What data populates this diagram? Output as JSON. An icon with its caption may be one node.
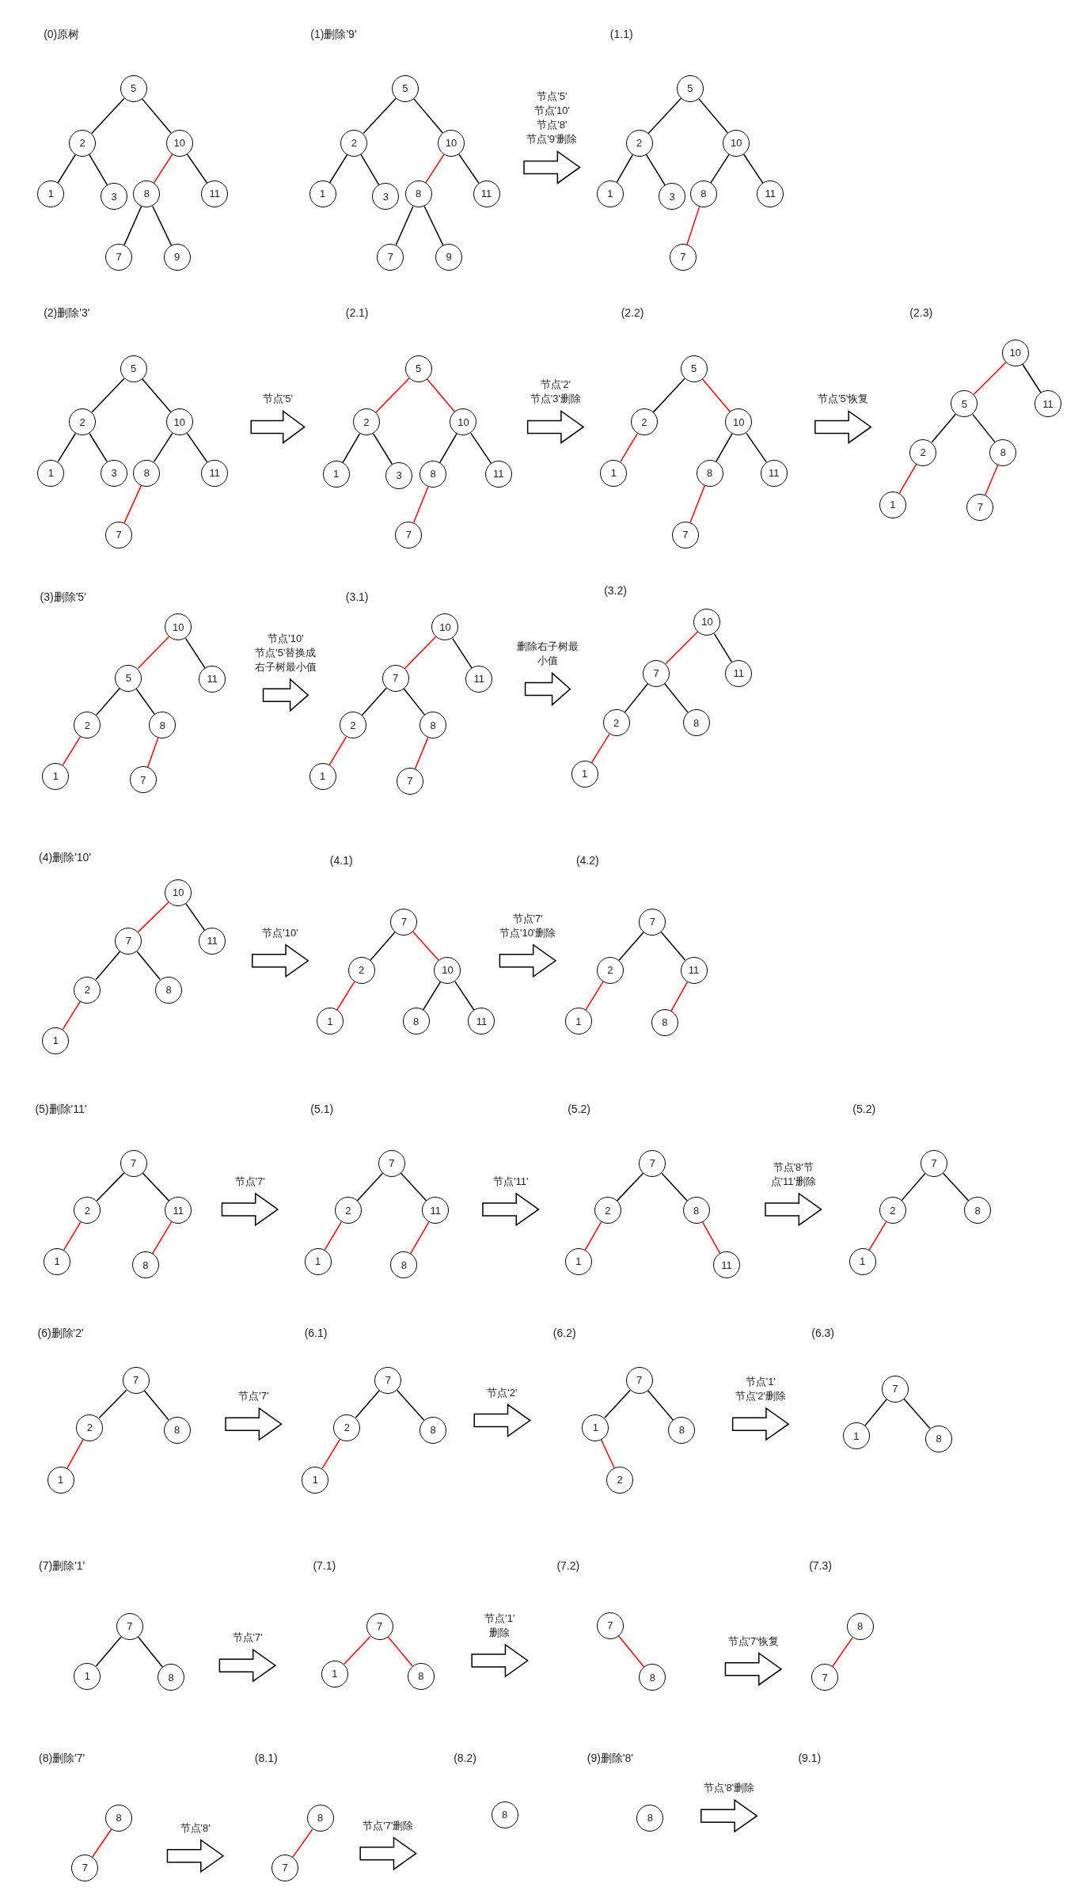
{
  "diagram": {
    "nodes": [
      {
        "text": [
          "(0)原树"
        ]
      },
      {
        "text": [
          "(1)删除'9'"
        ]
      },
      {
        "text": [
          "(1.1)"
        ]
      },
      {
        "text": [
          "(2)删除'3'"
        ]
      },
      {
        "text": [
          "(2.1)"
        ]
      },
      {
        "text": [
          "(2.2)"
        ]
      },
      {
        "text": [
          "(2.3)"
        ]
      },
      {
        "text": [
          "(3)删除'5'"
        ]
      },
      {
        "text": [
          "(3.1)"
        ]
      },
      {
        "text": [
          "(3.2)"
        ]
      },
      {
        "text": [
          "(4)删除'10'"
        ]
      },
      {
        "text": [
          "(4.1)"
        ]
      },
      {
        "text": [
          "(4.2)"
        ]
      },
      {
        "text": [
          "(5)删除'11'"
        ]
      },
      {
        "text": [
          "(5.1)"
        ]
      },
      {
        "text": [
          "(5.2)"
        ]
      },
      {
        "text": [
          "(5.2)"
        ]
      },
      {
        "text": [
          "(6)删除'2'"
        ]
      },
      {
        "text": [
          "(6.1)"
        ]
      },
      {
        "text": [
          "(6.2)"
        ]
      },
      {
        "text": [
          "(6.3)"
        ]
      },
      {
        "text": [
          "(7)删除'1'"
        ]
      },
      {
        "text": [
          "(7.1)"
        ]
      },
      {
        "text": [
          "(7.2)"
        ]
      },
      {
        "text": [
          "(7.3)"
        ]
      },
      {
        "text": [
          "(8)删除'7'"
        ]
      },
      {
        "text": [
          "(8.1)"
        ]
      },
      {
        "text": [
          "(8.2)"
        ]
      },
      {
        "text": [
          "(9)删除'8'"
        ]
      },
      {
        "text": [
          "(9.1)"
        ]
      },
      {
        "text": [
          "5"
        ],
        "in": 0
      },
      {
        "text": [
          "2"
        ],
        "in": 0
      },
      {
        "text": [
          "10"
        ],
        "in": 0
      },
      {
        "text": [
          "1"
        ],
        "in": 0
      },
      {
        "text": [
          "3"
        ],
        "in": 0
      },
      {
        "text": [
          "8"
        ],
        "in": 0
      },
      {
        "text": [
          "11"
        ],
        "in": 0
      },
      {
        "text": [
          "7"
        ],
        "in": 0
      },
      {
        "text": [
          "9"
        ],
        "in": 0
      },
      {
        "text": [
          "5"
        ],
        "in": 1
      },
      {
        "text": [
          "2"
        ],
        "in": 1
      },
      {
        "text": [
          "10"
        ],
        "in": 1
      },
      {
        "text": [
          "1"
        ],
        "in": 1
      },
      {
        "text": [
          "3"
        ],
        "in": 1
      },
      {
        "text": [
          "8"
        ],
        "in": 1
      },
      {
        "text": [
          "11"
        ],
        "in": 1
      },
      {
        "text": [
          "7"
        ],
        "in": 1
      },
      {
        "text": [
          "9"
        ],
        "in": 1
      },
      {
        "text": [
          "5"
        ],
        "in": 2
      },
      {
        "text": [
          "2"
        ],
        "in": 2
      },
      {
        "text": [
          "10"
        ],
        "in": 2
      },
      {
        "text": [
          "1"
        ],
        "in": 2
      },
      {
        "text": [
          "3"
        ],
        "in": 2
      },
      {
        "text": [
          "8"
        ],
        "in": 2
      },
      {
        "text": [
          "11"
        ],
        "in": 2
      },
      {
        "text": [
          "7"
        ],
        "in": 2
      },
      {
        "text": [
          "5"
        ],
        "in": 3
      },
      {
        "text": [
          "2"
        ],
        "in": 3
      },
      {
        "text": [
          "10"
        ],
        "in": 3
      },
      {
        "text": [
          "1"
        ],
        "in": 3
      },
      {
        "text": [
          "3"
        ],
        "in": 3
      },
      {
        "text": [
          "8"
        ],
        "in": 3
      },
      {
        "text": [
          "11"
        ],
        "in": 3
      },
      {
        "text": [
          "7"
        ],
        "in": 3
      },
      {
        "text": [
          "5"
        ],
        "in": 4
      },
      {
        "text": [
          "2"
        ],
        "in": 4
      },
      {
        "text": [
          "10"
        ],
        "in": 4
      },
      {
        "text": [
          "1"
        ],
        "in": 4
      },
      {
        "text": [
          "3"
        ],
        "in": 4
      },
      {
        "text": [
          "8"
        ],
        "in": 4
      },
      {
        "text": [
          "11"
        ],
        "in": 4
      },
      {
        "text": [
          "7"
        ],
        "in": 4
      },
      {
        "text": [
          "5"
        ],
        "in": 5
      },
      {
        "text": [
          "2"
        ],
        "in": 5
      },
      {
        "text": [
          "10"
        ],
        "in": 5
      },
      {
        "text": [
          "1"
        ],
        "in": 5
      },
      {
        "text": [
          "8"
        ],
        "in": 5
      },
      {
        "text": [
          "11"
        ],
        "in": 5
      },
      {
        "text": [
          "7"
        ],
        "in": 5
      },
      {
        "text": [
          "10"
        ],
        "in": 6
      },
      {
        "text": [
          "5"
        ],
        "in": 6
      },
      {
        "text": [
          "11"
        ],
        "in": 6
      },
      {
        "text": [
          "2"
        ],
        "in": 6
      },
      {
        "text": [
          "8"
        ],
        "in": 6
      },
      {
        "text": [
          "1"
        ],
        "in": 6
      },
      {
        "text": [
          "7"
        ],
        "in": 6
      },
      {
        "text": [
          "10"
        ],
        "in": 7
      },
      {
        "text": [
          "5"
        ],
        "in": 7
      },
      {
        "text": [
          "11"
        ],
        "in": 7
      },
      {
        "text": [
          "2"
        ],
        "in": 7
      },
      {
        "text": [
          "8"
        ],
        "in": 7
      },
      {
        "text": [
          "1"
        ],
        "in": 7
      },
      {
        "text": [
          "7"
        ],
        "in": 7
      },
      {
        "text": [
          "10"
        ],
        "in": 8
      },
      {
        "text": [
          "7"
        ],
        "in": 8
      },
      {
        "text": [
          "11"
        ],
        "in": 8
      },
      {
        "text": [
          "2"
        ],
        "in": 8
      },
      {
        "text": [
          "8"
        ],
        "in": 8
      },
      {
        "text": [
          "1"
        ],
        "in": 8
      },
      {
        "text": [
          "7"
        ],
        "in": 8
      },
      {
        "text": [
          "10"
        ],
        "in": 9
      },
      {
        "text": [
          "7"
        ],
        "in": 9
      },
      {
        "text": [
          "11"
        ],
        "in": 9
      },
      {
        "text": [
          "2"
        ],
        "in": 9
      },
      {
        "text": [
          "8"
        ],
        "in": 9
      },
      {
        "text": [
          "1"
        ],
        "in": 9
      },
      {
        "text": [
          "10"
        ],
        "in": 10
      },
      {
        "text": [
          "7"
        ],
        "in": 10
      },
      {
        "text": [
          "11"
        ],
        "in": 10
      },
      {
        "text": [
          "2"
        ],
        "in": 10
      },
      {
        "text": [
          "8"
        ],
        "in": 10
      },
      {
        "text": [
          "1"
        ],
        "in": 10
      },
      {
        "text": [
          "7"
        ],
        "in": 11
      },
      {
        "text": [
          "2"
        ],
        "in": 11
      },
      {
        "text": [
          "10"
        ],
        "in": 11
      },
      {
        "text": [
          "1"
        ],
        "in": 11
      },
      {
        "text": [
          "8"
        ],
        "in": 11
      },
      {
        "text": [
          "11"
        ],
        "in": 11
      },
      {
        "text": [
          "7"
        ],
        "in": 12
      },
      {
        "text": [
          "2"
        ],
        "in": 12
      },
      {
        "text": [
          "11"
        ],
        "in": 12
      },
      {
        "text": [
          "1"
        ],
        "in": 12
      },
      {
        "text": [
          "8"
        ],
        "in": 12
      },
      {
        "text": [
          "7"
        ],
        "in": 13
      },
      {
        "text": [
          "2"
        ],
        "in": 13
      },
      {
        "text": [
          "11"
        ],
        "in": 13
      },
      {
        "text": [
          "1"
        ],
        "in": 13
      },
      {
        "text": [
          "8"
        ],
        "in": 13
      },
      {
        "text": [
          "7"
        ],
        "in": 14
      },
      {
        "text": [
          "2"
        ],
        "in": 14
      },
      {
        "text": [
          "11"
        ],
        "in": 14
      },
      {
        "text": [
          "1"
        ],
        "in": 14
      },
      {
        "text": [
          "8"
        ],
        "in": 14
      },
      {
        "text": [
          "7"
        ],
        "in": 15
      },
      {
        "text": [
          "2"
        ],
        "in": 15
      },
      {
        "text": [
          "8"
        ],
        "in": 15
      },
      {
        "text": [
          "1"
        ],
        "in": 15
      },
      {
        "text": [
          "11"
        ],
        "in": 15
      },
      {
        "text": [
          "7"
        ],
        "in": 16
      },
      {
        "text": [
          "2"
        ],
        "in": 16
      },
      {
        "text": [
          "8"
        ],
        "in": 16
      },
      {
        "text": [
          "1"
        ],
        "in": 16
      },
      {
        "text": [
          "7"
        ],
        "in": 17
      },
      {
        "text": [
          "2"
        ],
        "in": 17
      },
      {
        "text": [
          "8"
        ],
        "in": 17
      },
      {
        "text": [
          "1"
        ],
        "in": 17
      },
      {
        "text": [
          "7"
        ],
        "in": 18
      },
      {
        "text": [
          "2"
        ],
        "in": 18
      },
      {
        "text": [
          "8"
        ],
        "in": 18
      },
      {
        "text": [
          "1"
        ],
        "in": 18
      },
      {
        "text": [
          "7"
        ],
        "in": 19
      },
      {
        "text": [
          "1"
        ],
        "in": 19
      },
      {
        "text": [
          "8"
        ],
        "in": 19
      },
      {
        "text": [
          "2"
        ],
        "in": 19
      },
      {
        "text": [
          "7"
        ],
        "in": 20
      },
      {
        "text": [
          "1"
        ],
        "in": 20
      },
      {
        "text": [
          "8"
        ],
        "in": 20
      },
      {
        "text": [
          "7"
        ],
        "in": 21
      },
      {
        "text": [
          "1"
        ],
        "in": 21
      },
      {
        "text": [
          "8"
        ],
        "in": 21
      },
      {
        "text": [
          "7"
        ],
        "in": 22
      },
      {
        "text": [
          "1"
        ],
        "in": 22
      },
      {
        "text": [
          "8"
        ],
        "in": 22
      },
      {
        "text": [
          "7"
        ],
        "in": 23
      },
      {
        "text": [
          "8"
        ],
        "in": 23
      },
      {
        "text": [
          "8"
        ],
        "in": 24
      },
      {
        "text": [
          "7"
        ],
        "in": 24
      },
      {
        "text": [
          "8"
        ],
        "in": 25
      },
      {
        "text": [
          "7"
        ],
        "in": 25
      },
      {
        "text": [
          "8"
        ],
        "in": 26
      },
      {
        "text": [
          "7"
        ],
        "in": 26
      },
      {
        "text": [
          "8"
        ],
        "in": 27
      },
      {
        "text": [
          "8"
        ],
        "in": 28
      }
    ],
    "edges": [
      {
        "from": 1,
        "to": 2,
        "arrow": "to",
        "label": "节点'5' 节点'10' 节点'8' 节点'9'删除"
      },
      {
        "from": 3,
        "to": 4,
        "arrow": "to",
        "label": "节点'5'"
      },
      {
        "from": 4,
        "to": 5,
        "arrow": "to",
        "label": "节点'2' 节点'3'删除"
      },
      {
        "from": 5,
        "to": 6,
        "arrow": "to",
        "label": "节点'5'恢复"
      },
      {
        "from": 7,
        "to": 8,
        "arrow": "to",
        "label": "节点'10' 节点'5'替换成右子树最小值"
      },
      {
        "from": 8,
        "to": 9,
        "arrow": "to",
        "label": "删除右子树最小值"
      },
      {
        "from": 10,
        "to": 11,
        "arrow": "to",
        "label": "节点'10'"
      },
      {
        "from": 11,
        "to": 12,
        "arrow": "to",
        "label": "节点'7' 节点'10'删除"
      },
      {
        "from": 13,
        "to": 14,
        "arrow": "to",
        "label": "节点'7'"
      },
      {
        "from": 14,
        "to": 15,
        "arrow": "to",
        "label": "节点'11'"
      },
      {
        "from": 15,
        "to": 16,
        "arrow": "to",
        "label": "节点'8'节点'11'删除"
      },
      {
        "from": 17,
        "to": 18,
        "arrow": "to",
        "label": "节点'7'"
      },
      {
        "from": 18,
        "to": 19,
        "arrow": "to",
        "label": "节点'2'"
      },
      {
        "from": 19,
        "to": 20,
        "arrow": "to",
        "label": "节点'1' 节点'2'删除"
      },
      {
        "from": 21,
        "to": 22,
        "arrow": "to",
        "label": "节点'7'"
      },
      {
        "from": 22,
        "to": 23,
        "arrow": "to",
        "label": "节点'1' 删除"
      },
      {
        "from": 23,
        "to": 24,
        "arrow": "to",
        "label": "节点'7'恢复"
      },
      {
        "from": 25,
        "to": 26,
        "arrow": "to",
        "label": "节点'8'"
      },
      {
        "from": 26,
        "to": 27,
        "arrow": "to",
        "label": "节点'7'删除"
      },
      {
        "from": 28,
        "to": 29,
        "arrow": "to",
        "label": "节点'8'删除"
      },
      {
        "from": 30,
        "to": 31,
        "arrow": "none"
      },
      {
        "from": 30,
        "to": 32,
        "arrow": "none"
      },
      {
        "from": 31,
        "to": 33,
        "arrow": "none"
      },
      {
        "from": 31,
        "to": 34,
        "arrow": "none"
      },
      {
        "from": 32,
        "to": 35,
        "arrow": "none",
        "color": "#ff0000"
      },
      {
        "from": 32,
        "to": 36,
        "arrow": "none"
      },
      {
        "from": 35,
        "to": 37,
        "arrow": "none"
      },
      {
        "from": 35,
        "to": 38,
        "arrow": "none"
      },
      {
        "from": 39,
        "to": 40,
        "arrow": "none"
      },
      {
        "from": 39,
        "to": 41,
        "arrow": "none"
      },
      {
        "from": 40,
        "to": 42,
        "arrow": "none"
      },
      {
        "from": 40,
        "to": 43,
        "arrow": "none"
      },
      {
        "from": 41,
        "to": 44,
        "arrow": "none",
        "color": "#ff0000"
      },
      {
        "from": 41,
        "to": 45,
        "arrow": "none"
      },
      {
        "from": 44,
        "to": 46,
        "arrow": "none"
      },
      {
        "from": 44,
        "to": 47,
        "arrow": "none"
      },
      {
        "from": 48,
        "to": 49,
        "arrow": "none"
      },
      {
        "from": 48,
        "to": 50,
        "arrow": "none"
      },
      {
        "from": 49,
        "to": 51,
        "arrow": "none"
      },
      {
        "from": 49,
        "to": 52,
        "arrow": "none"
      },
      {
        "from": 50,
        "to": 53,
        "arrow": "none"
      },
      {
        "from": 50,
        "to": 54,
        "arrow": "none"
      },
      {
        "from": 53,
        "to": 55,
        "arrow": "none",
        "color": "#ff0000"
      },
      {
        "from": 56,
        "to": 57,
        "arrow": "none"
      },
      {
        "from": 56,
        "to": 58,
        "arrow": "none"
      },
      {
        "from": 57,
        "to": 59,
        "arrow": "none"
      },
      {
        "from": 57,
        "to": 60,
        "arrow": "none"
      },
      {
        "from": 58,
        "to": 61,
        "arrow": "none"
      },
      {
        "from": 58,
        "to": 62,
        "arrow": "none"
      },
      {
        "from": 61,
        "to": 63,
        "arrow": "none",
        "color": "#ff0000"
      },
      {
        "from": 64,
        "to": 65,
        "arrow": "none",
        "color": "#ff0000"
      },
      {
        "from": 64,
        "to": 66,
        "arrow": "none",
        "color": "#ff0000"
      },
      {
        "from": 65,
        "to": 67,
        "arrow": "none"
      },
      {
        "from": 65,
        "to": 68,
        "arrow": "none"
      },
      {
        "from": 66,
        "to": 69,
        "arrow": "none"
      },
      {
        "from": 66,
        "to": 70,
        "arrow": "none"
      },
      {
        "from": 69,
        "to": 71,
        "arrow": "none",
        "color": "#ff0000"
      },
      {
        "from": 72,
        "to": 73,
        "arrow": "none"
      },
      {
        "from": 72,
        "to": 74,
        "arrow": "none",
        "color": "#ff0000"
      },
      {
        "from": 73,
        "to": 75,
        "arrow": "none",
        "color": "#ff0000"
      },
      {
        "from": 74,
        "to": 76,
        "arrow": "none"
      },
      {
        "from": 74,
        "to": 77,
        "arrow": "none"
      },
      {
        "from": 76,
        "to": 78,
        "arrow": "none",
        "color": "#ff0000"
      },
      {
        "from": 79,
        "to": 80,
        "arrow": "none",
        "color": "#ff0000"
      },
      {
        "from": 79,
        "to": 81,
        "arrow": "none"
      },
      {
        "from": 80,
        "to": 82,
        "arrow": "none"
      },
      {
        "from": 80,
        "to": 83,
        "arrow": "none"
      },
      {
        "from": 82,
        "to": 84,
        "arrow": "none",
        "color": "#ff0000"
      },
      {
        "from": 83,
        "to": 85,
        "arrow": "none",
        "color": "#ff0000"
      },
      {
        "from": 86,
        "to": 87,
        "arrow": "none",
        "color": "#ff0000"
      },
      {
        "from": 86,
        "to": 88,
        "arrow": "none"
      },
      {
        "from": 87,
        "to": 89,
        "arrow": "none"
      },
      {
        "from": 87,
        "to": 90,
        "arrow": "none"
      },
      {
        "from": 89,
        "to": 91,
        "arrow": "none",
        "color": "#ff0000"
      },
      {
        "from": 90,
        "to": 92,
        "arrow": "none",
        "color": "#ff0000"
      },
      {
        "from": 93,
        "to": 94,
        "arrow": "none",
        "color": "#ff0000"
      },
      {
        "from": 93,
        "to": 95,
        "arrow": "none"
      },
      {
        "from": 94,
        "to": 96,
        "arrow": "none"
      },
      {
        "from": 94,
        "to": 97,
        "arrow": "none"
      },
      {
        "from": 96,
        "to": 98,
        "arrow": "none",
        "color": "#ff0000"
      },
      {
        "from": 97,
        "to": 99,
        "arrow": "none",
        "color": "#ff0000"
      },
      {
        "from": 100,
        "to": 101,
        "arrow": "none",
        "color": "#ff0000"
      },
      {
        "from": 100,
        "to": 102,
        "arrow": "none"
      },
      {
        "from": 101,
        "to": 103,
        "arrow": "none"
      },
      {
        "from": 101,
        "to": 104,
        "arrow": "none"
      },
      {
        "from": 103,
        "to": 105,
        "arrow": "none",
        "color": "#ff0000"
      },
      {
        "from": 106,
        "to": 107,
        "arrow": "none",
        "color": "#ff0000"
      },
      {
        "from": 106,
        "to": 108,
        "arrow": "none"
      },
      {
        "from": 107,
        "to": 109,
        "arrow": "none"
      },
      {
        "from": 107,
        "to": 110,
        "arrow": "none"
      },
      {
        "from": 109,
        "to": 111,
        "arrow": "none",
        "color": "#ff0000"
      },
      {
        "from": 112,
        "to": 113,
        "arrow": "none"
      },
      {
        "from": 112,
        "to": 114,
        "arrow": "none",
        "color": "#ff0000"
      },
      {
        "from": 113,
        "to": 115,
        "arrow": "none",
        "color": "#ff0000"
      },
      {
        "from": 114,
        "to": 116,
        "arrow": "none"
      },
      {
        "from": 114,
        "to": 117,
        "arrow": "none"
      },
      {
        "from": 118,
        "to": 119,
        "arrow": "none"
      },
      {
        "from": 118,
        "to": 120,
        "arrow": "none"
      },
      {
        "from": 119,
        "to": 121,
        "arrow": "none",
        "color": "#ff0000"
      },
      {
        "from": 120,
        "to": 122,
        "arrow": "none",
        "color": "#ff0000"
      },
      {
        "from": 123,
        "to": 124,
        "arrow": "none"
      },
      {
        "from": 123,
        "to": 125,
        "arrow": "none"
      },
      {
        "from": 124,
        "to": 126,
        "arrow": "none",
        "color": "#ff0000"
      },
      {
        "from": 125,
        "to": 127,
        "arrow": "none",
        "color": "#ff0000"
      },
      {
        "from": 128,
        "to": 129,
        "arrow": "none"
      },
      {
        "from": 128,
        "to": 130,
        "arrow": "none"
      },
      {
        "from": 129,
        "to": 131,
        "arrow": "none",
        "color": "#ff0000"
      },
      {
        "from": 130,
        "to": 132,
        "arrow": "none",
        "color": "#ff0000"
      },
      {
        "from": 133,
        "to": 134,
        "arrow": "none"
      },
      {
        "from": 133,
        "to": 135,
        "arrow": "none"
      },
      {
        "from": 134,
        "to": 136,
        "arrow": "none",
        "color": "#ff0000"
      },
      {
        "from": 135,
        "to": 137,
        "arrow": "none",
        "color": "#ff0000"
      },
      {
        "from": 138,
        "to": 139,
        "arrow": "none"
      },
      {
        "from": 138,
        "to": 140,
        "arrow": "none"
      },
      {
        "from": 139,
        "to": 141,
        "arrow": "none",
        "color": "#ff0000"
      },
      {
        "from": 142,
        "to": 143,
        "arrow": "none"
      },
      {
        "from": 142,
        "to": 144,
        "arrow": "none"
      },
      {
        "from": 143,
        "to": 145,
        "arrow": "none",
        "color": "#ff0000"
      },
      {
        "from": 146,
        "to": 147,
        "arrow": "none"
      },
      {
        "from": 146,
        "to": 148,
        "arrow": "none"
      },
      {
        "from": 147,
        "to": 149,
        "arrow": "none",
        "color": "#ff0000"
      },
      {
        "from": 150,
        "to": 151,
        "arrow": "none"
      },
      {
        "from": 150,
        "to": 152,
        "arrow": "none"
      },
      {
        "from": 151,
        "to": 153,
        "arrow": "none",
        "color": "#ff0000"
      },
      {
        "from": 154,
        "to": 155,
        "arrow": "none"
      },
      {
        "from": 154,
        "to": 156,
        "arrow": "none"
      },
      {
        "from": 157,
        "to": 158,
        "arrow": "none"
      },
      {
        "from": 157,
        "to": 159,
        "arrow": "none"
      },
      {
        "from": 160,
        "to": 161,
        "arrow": "none",
        "color": "#ff0000"
      },
      {
        "from": 160,
        "to": 162,
        "arrow": "none",
        "color": "#ff0000"
      },
      {
        "from": 163,
        "to": 164,
        "arrow": "none",
        "color": "#ff0000"
      },
      {
        "from": 165,
        "to": 166,
        "arrow": "none",
        "color": "#ff0000"
      },
      {
        "from": 167,
        "to": 168,
        "arrow": "none",
        "color": "#ff0000"
      },
      {
        "from": 169,
        "to": 170,
        "arrow": "none",
        "color": "#ff0000"
      }
    ]
  }
}
